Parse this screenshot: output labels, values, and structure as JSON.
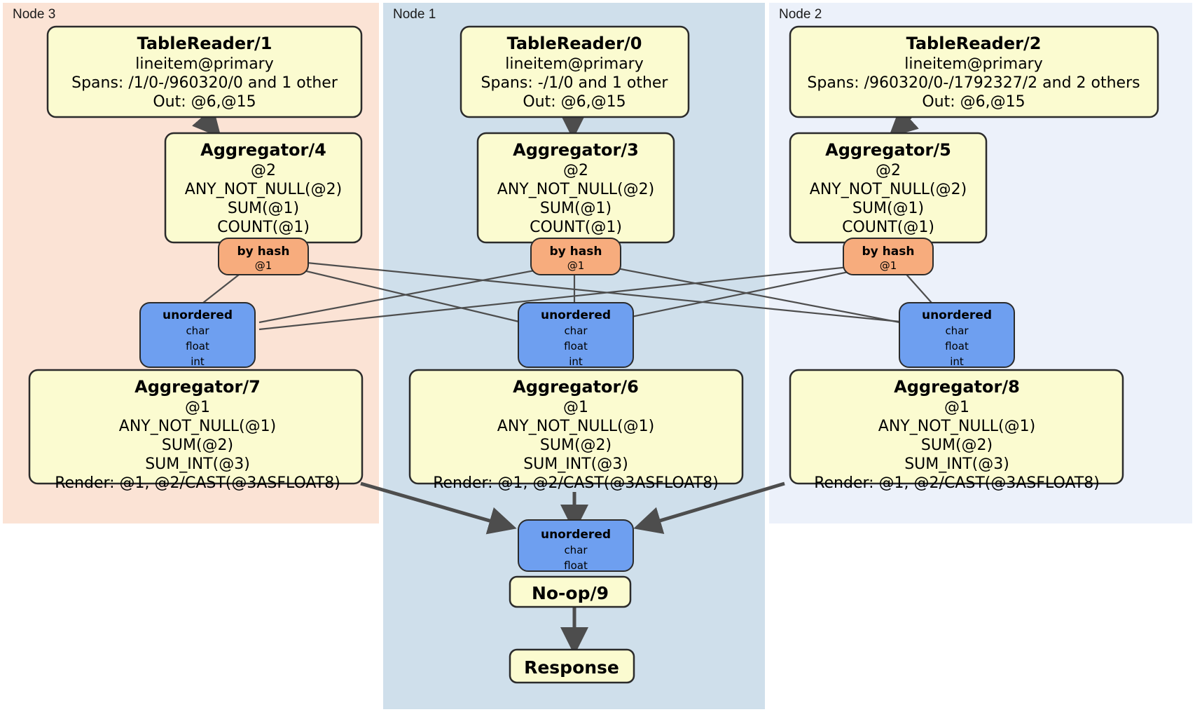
{
  "diagram": {
    "title": "Distributed query plan",
    "colors": {
      "node3_panel": "#fbe3d5",
      "node1_panel": "#cfdfeb",
      "node2_panel": "#ecf1fa",
      "processor_fill": "#fbfbd0",
      "router_fill": "#f7ac7d",
      "stream_fill": "#6e9ff0",
      "edge": "#4d4d4d",
      "stroke": "#2b2b2b"
    },
    "panels": [
      {
        "id": "node3",
        "label": "Node 3"
      },
      {
        "id": "node1",
        "label": "Node 1"
      },
      {
        "id": "node2",
        "label": "Node 2"
      }
    ],
    "processors": [
      {
        "id": "tr1",
        "title": "TableReader/1",
        "lines": [
          "lineitem@primary",
          "Spans: /1/0-/960320/0 and 1 other",
          "Out: @6,@15"
        ]
      },
      {
        "id": "tr0",
        "title": "TableReader/0",
        "lines": [
          "lineitem@primary",
          "Spans: -/1/0 and 1 other",
          "Out: @6,@15"
        ]
      },
      {
        "id": "tr2",
        "title": "TableReader/2",
        "lines": [
          "lineitem@primary",
          "Spans: /960320/0-/1792327/2 and 2 others",
          "Out: @6,@15"
        ]
      },
      {
        "id": "agg4",
        "title": "Aggregator/4",
        "lines": [
          "@2",
          "ANY_NOT_NULL(@2)",
          "SUM(@1)",
          "COUNT(@1)"
        ]
      },
      {
        "id": "agg3",
        "title": "Aggregator/3",
        "lines": [
          "@2",
          "ANY_NOT_NULL(@2)",
          "SUM(@1)",
          "COUNT(@1)"
        ]
      },
      {
        "id": "agg5",
        "title": "Aggregator/5",
        "lines": [
          "@2",
          "ANY_NOT_NULL(@2)",
          "SUM(@1)",
          "COUNT(@1)"
        ]
      },
      {
        "id": "agg7",
        "title": "Aggregator/7",
        "lines": [
          "@1",
          "ANY_NOT_NULL(@1)",
          "SUM(@2)",
          "SUM_INT(@3)",
          "Render: @1, @2/CAST(@3ASFLOAT8)"
        ]
      },
      {
        "id": "agg6",
        "title": "Aggregator/6",
        "lines": [
          "@1",
          "ANY_NOT_NULL(@1)",
          "SUM(@2)",
          "SUM_INT(@3)",
          "Render: @1, @2/CAST(@3ASFLOAT8)"
        ]
      },
      {
        "id": "agg8",
        "title": "Aggregator/8",
        "lines": [
          "@1",
          "ANY_NOT_NULL(@1)",
          "SUM(@2)",
          "SUM_INT(@3)",
          "Render: @1, @2/CAST(@3ASFLOAT8)"
        ]
      },
      {
        "id": "noop9",
        "title": "No-op/9",
        "lines": []
      },
      {
        "id": "response",
        "title": "Response",
        "lines": []
      }
    ],
    "routers": [
      {
        "id": "hash_left",
        "title": "by hash",
        "lines": [
          "@1"
        ]
      },
      {
        "id": "hash_mid",
        "title": "by hash",
        "lines": [
          "@1"
        ]
      },
      {
        "id": "hash_right",
        "title": "by hash",
        "lines": [
          "@1"
        ]
      }
    ],
    "streams": [
      {
        "id": "unordered_left",
        "title": "unordered",
        "lines": [
          "char",
          "float",
          "int"
        ]
      },
      {
        "id": "unordered_mid",
        "title": "unordered",
        "lines": [
          "char",
          "float",
          "int"
        ]
      },
      {
        "id": "unordered_right",
        "title": "unordered",
        "lines": [
          "char",
          "float",
          "int"
        ]
      },
      {
        "id": "unordered_final",
        "title": "unordered",
        "lines": [
          "char",
          "float"
        ]
      }
    ]
  }
}
